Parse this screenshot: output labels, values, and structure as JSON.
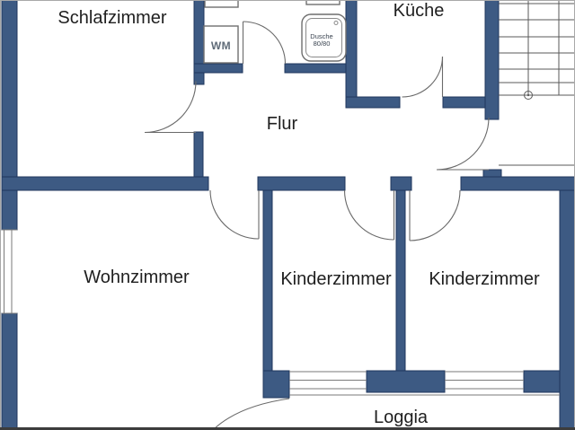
{
  "plan": {
    "type": "floor-plan",
    "rooms": [
      {
        "id": "schlafzimmer",
        "label": "Schlafzimmer"
      },
      {
        "id": "kueche",
        "label": "Küche"
      },
      {
        "id": "flur",
        "label": "Flur"
      },
      {
        "id": "wohnzimmer",
        "label": "Wohnzimmer"
      },
      {
        "id": "kinderzimmer-1",
        "label": "Kinderzimmer"
      },
      {
        "id": "kinderzimmer-2",
        "label": "Kinderzimmer"
      },
      {
        "id": "loggia",
        "label": "Loggia"
      }
    ],
    "fixtures": {
      "washing_machine": "WM",
      "shower_line1": "Dusche",
      "shower_line2": "80/80"
    },
    "colors": {
      "wall": "#3d5a83",
      "wall_outline": "#20375c",
      "line": "#6a6a6a",
      "text": "#1f1f1f",
      "background": "#ffffff"
    }
  }
}
